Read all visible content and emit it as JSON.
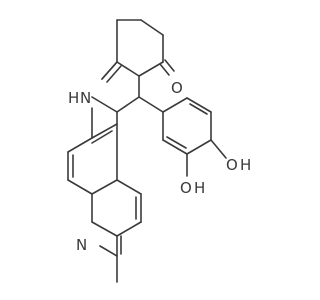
{
  "molecule": {
    "atom_labels": {
      "nh": "H",
      "nh_n": "N",
      "carbonyl_o": "O",
      "pyridine_n": "N",
      "oh_1_o": "O",
      "oh_1_h": "H",
      "oh_2_o": "O",
      "oh_2_h": "H"
    },
    "colors": {
      "bond": "#3a3a3a",
      "text": "#3a3a3a",
      "background": "#ffffff"
    }
  }
}
